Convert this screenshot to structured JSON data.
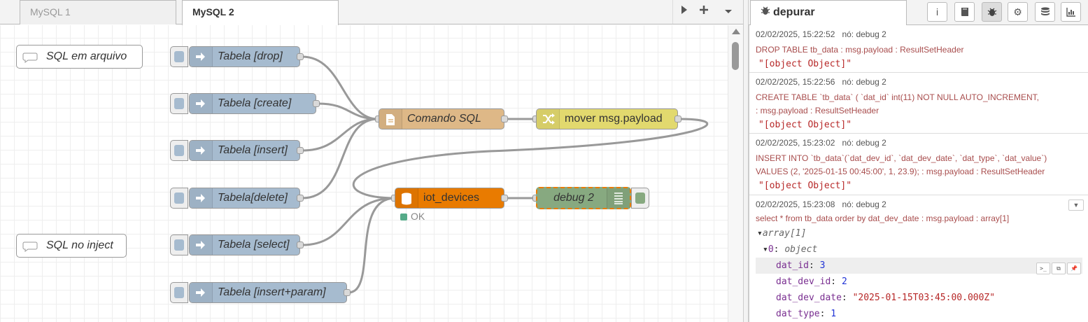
{
  "tabs": [
    {
      "label": "MySQL 1",
      "active": false
    },
    {
      "label": "MySQL 2",
      "active": true
    }
  ],
  "tab_tools": {
    "play_icon": "triangle-right-icon",
    "add_icon": "plus-icon",
    "menu_icon": "chevron-down-icon"
  },
  "comments": {
    "sql_file": "SQL em arquivo",
    "sql_inject": "SQL no inject"
  },
  "nodes": {
    "drop": "Tabela [drop]",
    "create": "Tabela [create]",
    "insert": "Tabela [insert]",
    "delete": "Tabela[delete]",
    "select": "Tabela [select]",
    "insert_param": "Tabela [insert+param]",
    "template": "Comando SQL",
    "change": "mover msg.payload",
    "mysql": "iot_devices",
    "debug": "debug 2"
  },
  "status": {
    "mysql": "OK"
  },
  "colors": {
    "inject": "#a6bbcf",
    "template": "#deb887",
    "change": "#e2d96e",
    "mysql": "#e97b00",
    "debug": "#87a980",
    "status_ok": "#5a8"
  },
  "sidebar": {
    "tab_label": "depurar",
    "tab_icon": "bug-icon",
    "buttons": [
      {
        "name": "info-icon",
        "glyph": "i"
      },
      {
        "name": "book-icon",
        "glyph": "📖"
      },
      {
        "name": "bug-icon",
        "glyph": "🐞"
      },
      {
        "name": "gear-icon",
        "glyph": "⚙"
      },
      {
        "name": "database-icon",
        "glyph": "≡"
      },
      {
        "name": "chart-icon",
        "glyph": "▥"
      }
    ]
  },
  "debug_messages": [
    {
      "time": "02/02/2025, 15:22:52",
      "node": "nó: debug 2",
      "topic": "DROP TABLE tb_data : msg.payload : ResultSetHeader",
      "payload": "\"[object Object]\""
    },
    {
      "time": "02/02/2025, 15:22:56",
      "node": "nó: debug 2",
      "topic_line1": "CREATE TABLE `tb_data` ( `dat_id` int(11) NOT NULL AUTO_INCREMENT,",
      "topic_line2": ": msg.payload : ResultSetHeader",
      "payload": "\"[object Object]\""
    },
    {
      "time": "02/02/2025, 15:23:02",
      "node": "nó: debug 2",
      "topic_line1": "INSERT INTO `tb_data`(`dat_dev_id`, `dat_dev_date`, `dat_type`, `dat_value`)",
      "topic_line2": "VALUES (2, '2025-01-15 00:45:00', 1, 23.9); : msg.payload : ResultSetHeader",
      "payload": "\"[object Object]\""
    },
    {
      "time": "02/02/2025, 15:23:08",
      "node": "nó: debug 2",
      "topic": "select * from tb_data order by dat_dev_date : msg.payload : array[1]",
      "tree": {
        "root": "array[1]",
        "item": "0",
        "item_type": "object",
        "fields": [
          {
            "key": "dat_id",
            "value": "3",
            "kind": "num"
          },
          {
            "key": "dat_dev_id",
            "value": "2",
            "kind": "num"
          },
          {
            "key": "dat_dev_date",
            "value": "\"2025-01-15T03:45:00.000Z\"",
            "kind": "str"
          },
          {
            "key": "dat_type",
            "value": "1",
            "kind": "num"
          }
        ]
      }
    }
  ]
}
